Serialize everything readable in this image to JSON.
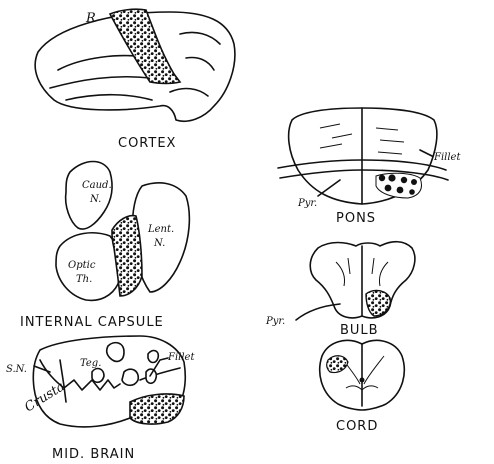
{
  "labels": {
    "cortex": "CORTEX",
    "cortex_r": "R",
    "internal_capsule": "INTERNAL  CAPSULE",
    "caud_a": "Caud.",
    "caud_b": "N.",
    "lent_a": "Lent.",
    "lent_b": "N.",
    "optic_a": "Optic",
    "optic_b": "Th.",
    "mid_brain": "MID. BRAIN",
    "sn": "S.N.",
    "teg": "Teg.",
    "fillet_mid": "Fillet",
    "crusta": "Crusta",
    "pons": "PONS",
    "fillet_pons": "Fillet",
    "pyr_pons": "Pyr.",
    "bulb": "BULB",
    "pyr_bulb": "Pyr.",
    "cord": "CORD"
  }
}
